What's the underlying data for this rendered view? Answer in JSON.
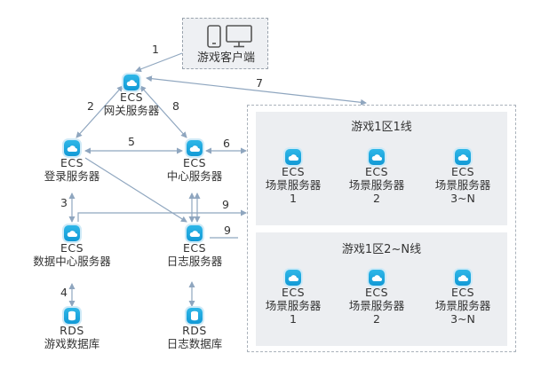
{
  "client": {
    "label": "游戏客户端"
  },
  "nodes": {
    "gateway": {
      "type": "ECS",
      "name": "网关服务器"
    },
    "login": {
      "type": "ECS",
      "name": "登录服务器"
    },
    "center": {
      "type": "ECS",
      "name": "中心服务器"
    },
    "datacenter": {
      "type": "ECS",
      "name": "数据中心服务器"
    },
    "log": {
      "type": "ECS",
      "name": "日志服务器"
    },
    "gamedb": {
      "type": "RDS",
      "name": "游戏数据库"
    },
    "logdb": {
      "type": "RDS",
      "name": "日志数据库"
    }
  },
  "zone1": {
    "title": "游戏1区1线",
    "servers": [
      {
        "type": "ECS",
        "name": "场景服务器",
        "index": "1"
      },
      {
        "type": "ECS",
        "name": "场景服务器",
        "index": "2"
      },
      {
        "type": "ECS",
        "name": "场景服务器",
        "index": "3~N"
      }
    ]
  },
  "zone2": {
    "title": "游戏1区2~N线",
    "servers": [
      {
        "type": "ECS",
        "name": "场景服务器",
        "index": "1"
      },
      {
        "type": "ECS",
        "name": "场景服务器",
        "index": "2"
      },
      {
        "type": "ECS",
        "name": "场景服务器",
        "index": "3~N"
      }
    ]
  },
  "edges": {
    "e1": "1",
    "e2": "2",
    "e3": "3",
    "e4": "4",
    "e5": "5",
    "e6": "6",
    "e7": "7",
    "e8": "8",
    "e9a": "9",
    "e9b": "9"
  }
}
